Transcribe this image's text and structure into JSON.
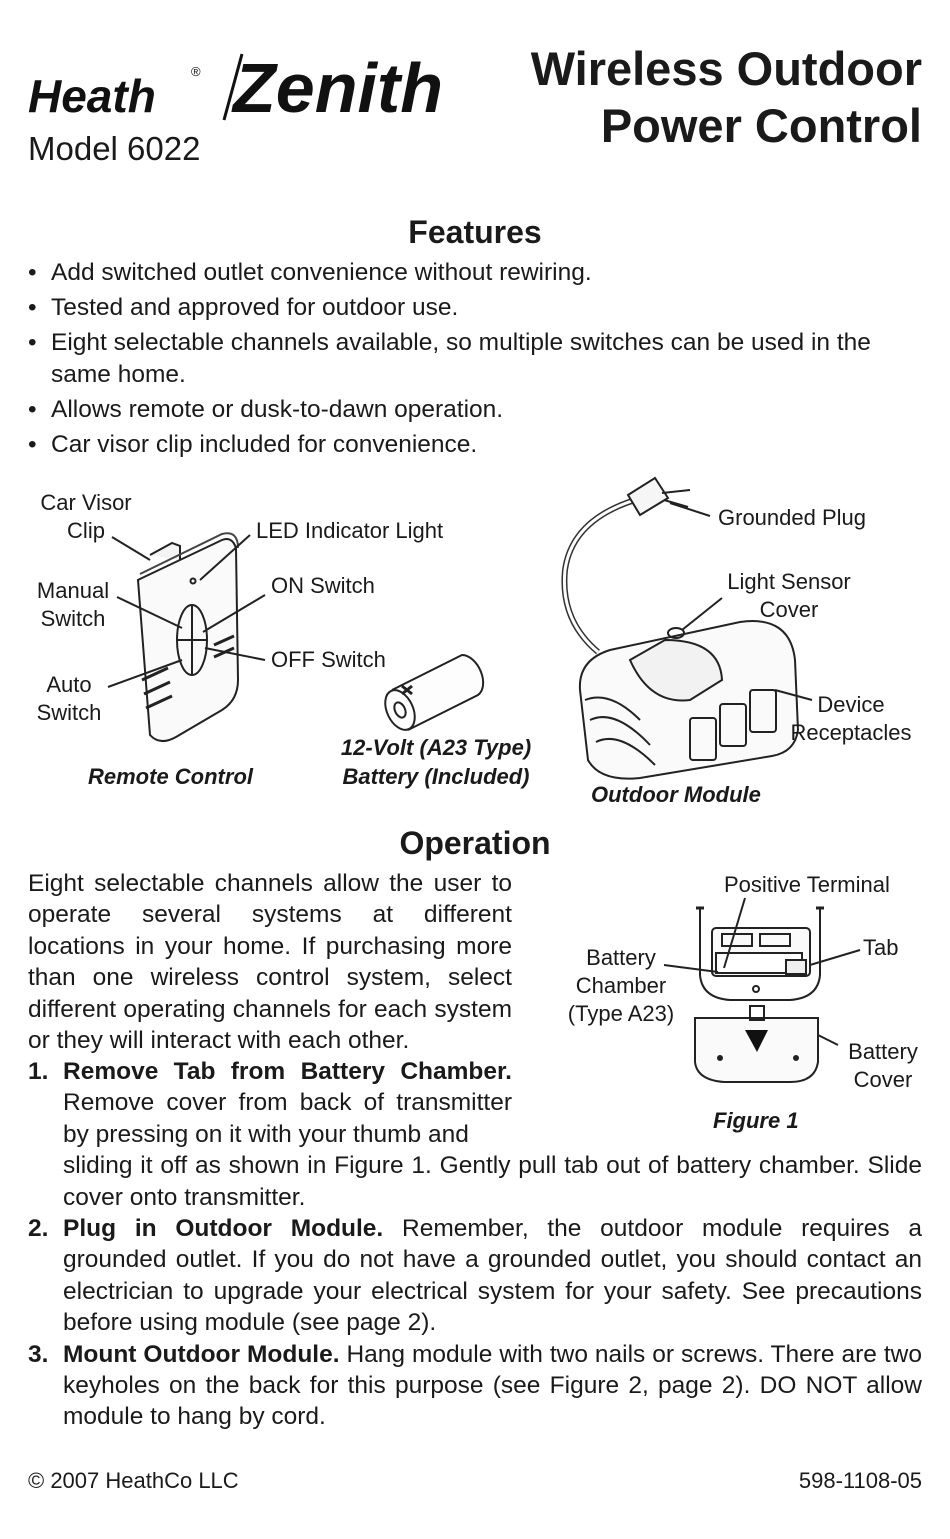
{
  "brand": {
    "name": "Heath Zenith",
    "part1": "Heath",
    "registered": "®",
    "part2": "Zenith"
  },
  "model": "Model 6022",
  "title": {
    "line1": "Wireless Outdoor",
    "line2": "Power Control"
  },
  "features": {
    "heading": "Features",
    "items": [
      "Add switched outlet convenience without rewiring.",
      "Tested and approved for outdoor use.",
      "Eight selectable channels available, so multiple switches can be used in the same home.",
      "Allows remote or dusk-to-dawn operation.",
      "Car visor clip included for convenience."
    ]
  },
  "diagram": {
    "car_visor_clip": [
      "Car Visor",
      "Clip"
    ],
    "led_indicator": "LED Indicator Light",
    "manual_switch": [
      "Manual",
      "Switch"
    ],
    "on_switch": "ON Switch",
    "off_switch": "OFF Switch",
    "auto_switch": [
      "Auto",
      "Switch"
    ],
    "remote_caption": "Remote Control",
    "battery_caption": [
      "12-Volt (A23 Type)",
      "Battery (Included)"
    ],
    "grounded_plug": "Grounded Plug",
    "light_sensor_cover": [
      "Light Sensor",
      "Cover"
    ],
    "device_receptacles": [
      "Device",
      "Receptacles"
    ],
    "module_caption": "Outdoor Module"
  },
  "operation": {
    "heading": "Operation",
    "intro": "Eight selectable channels allow the user to operate several systems at different locations in your home. If purchasing more than one wireless control system, select different operating channels for each system or they will interact with each other.",
    "steps": [
      {
        "num": "1.",
        "title": "Remove Tab from Battery Chamber.",
        "text_a": "Remove cover from back of transmitter by pressing on it with your thumb and",
        "text_b": "sliding it off as shown in Figure 1. Gently pull tab out of battery chamber. Slide cover onto transmitter."
      },
      {
        "num": "2.",
        "title": "Plug in Outdoor Module.",
        "text": "Remember, the outdoor module requires a grounded outlet. If you do not have a grounded outlet, you should contact an electrician to upgrade your electrical system for your safety. See precautions before using module (see page 2)."
      },
      {
        "num": "3.",
        "title": "Mount Outdoor Module.",
        "text": "Hang module with two nails or screws. There are two keyholes on the back for this purpose (see Figure 2, page 2). DO NOT allow module to hang by cord."
      }
    ]
  },
  "figure1": {
    "positive_terminal": "Positive Terminal",
    "tab": "Tab",
    "battery_chamber": [
      "Battery",
      "Chamber",
      "(Type A23)"
    ],
    "battery_cover": [
      "Battery",
      "Cover"
    ],
    "caption": "Figure 1"
  },
  "footer": {
    "copyright": "© 2007 HeathCo LLC",
    "part_number": "598-1108-05"
  }
}
